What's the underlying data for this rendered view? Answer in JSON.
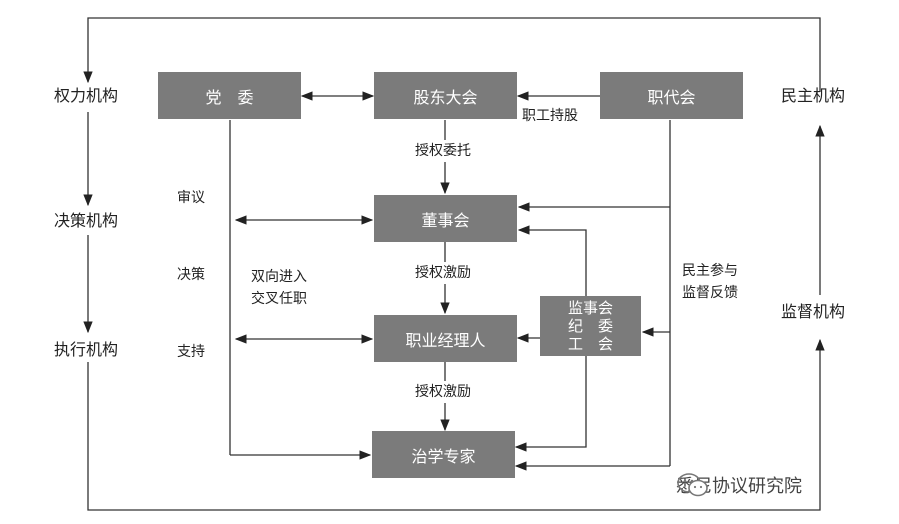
{
  "nodes": {
    "party": "党　委",
    "shareholders": "股东大会",
    "staff_congress": "职代会",
    "board": "董事会",
    "supervisors": [
      "监事会",
      "纪　委",
      "工　会"
    ],
    "manager": "职业经理人",
    "experts": "治学专家"
  },
  "levels": {
    "power": "权力机构",
    "decision": "决策机构",
    "execution": "执行机构",
    "democracy": "民主机构",
    "supervision": "监督机构"
  },
  "edges": {
    "staff_shares": "职工持股",
    "authorize_entrust": "授权委托",
    "authorize_incentive_1": "授权激励",
    "authorize_incentive_2": "授权激励",
    "review": "审议",
    "decide": "决策",
    "support": "支持",
    "cross_appointment": [
      "双向进入",
      "交叉任职"
    ],
    "democratic_participation": [
      "民主参与",
      "监督反馈"
    ]
  },
  "watermark": "悉尼协议研究院"
}
